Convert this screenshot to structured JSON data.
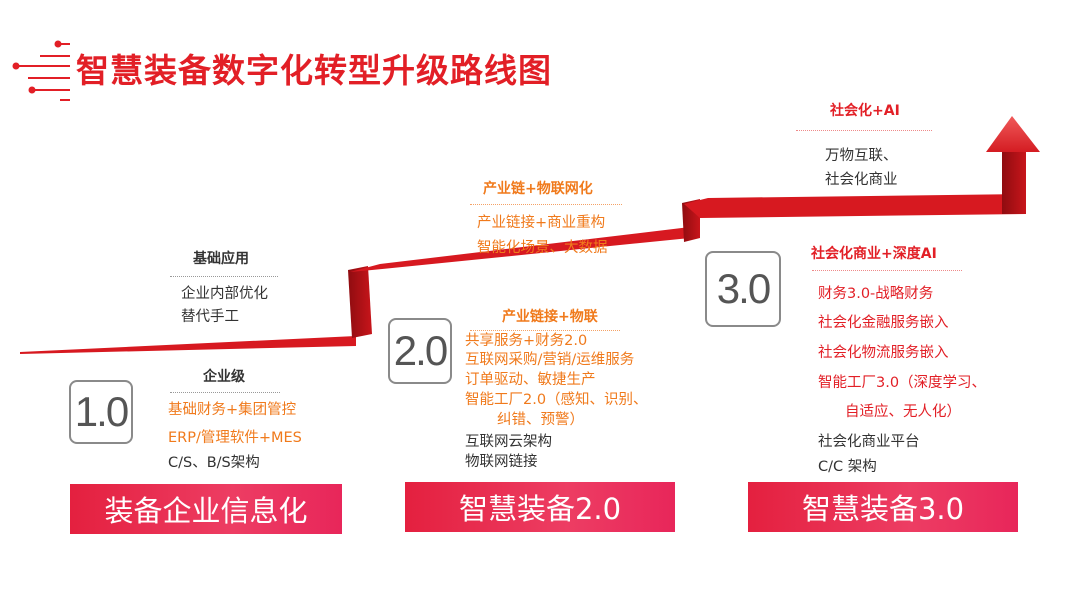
{
  "title": "智慧装备数字化转型升级路线图",
  "stages": [
    {
      "badge": "1.0",
      "banner": "装备企业信息化",
      "upper_header": "基础应用",
      "upper_items": [
        "企业内部优化",
        "替代手工"
      ],
      "lower_header": "企业级",
      "lower_items": [
        "基础财务+集团管控",
        "ERP/管理软件+MES",
        "C/S、B/S架构"
      ]
    },
    {
      "badge": "2.0",
      "banner": "智慧装备2.0",
      "upper_header": "产业链+物联网化",
      "upper_items": [
        "产业链接+商业重构",
        "智能化场景、大数据"
      ],
      "lower_header": "产业链接+物联",
      "lower_items": [
        "共享服务+财务2.0",
        "互联网采购/营销/运维服务",
        "订单驱动、敏捷生产",
        "智能工厂2.0（感知、识别、",
        "纠错、预警）",
        "互联网云架构",
        "物联网链接"
      ]
    },
    {
      "badge": "3.0",
      "banner": "智慧装备3.0",
      "upper_header": "社会化+AI",
      "upper_items": [
        "万物互联、",
        "社会化商业"
      ],
      "lower_header": "社会化商业+深度AI",
      "lower_items": [
        "财务3.0-战略财务",
        "社会化金融服务嵌入",
        "社会化物流服务嵌入",
        "智能工厂3.0（深度学习、",
        "自适应、无人化）",
        "社会化商业平台",
        "C/C 架构"
      ]
    }
  ],
  "colors": {
    "accent": "#e21f26",
    "orange": "#f07a1c",
    "text": "#333333"
  }
}
